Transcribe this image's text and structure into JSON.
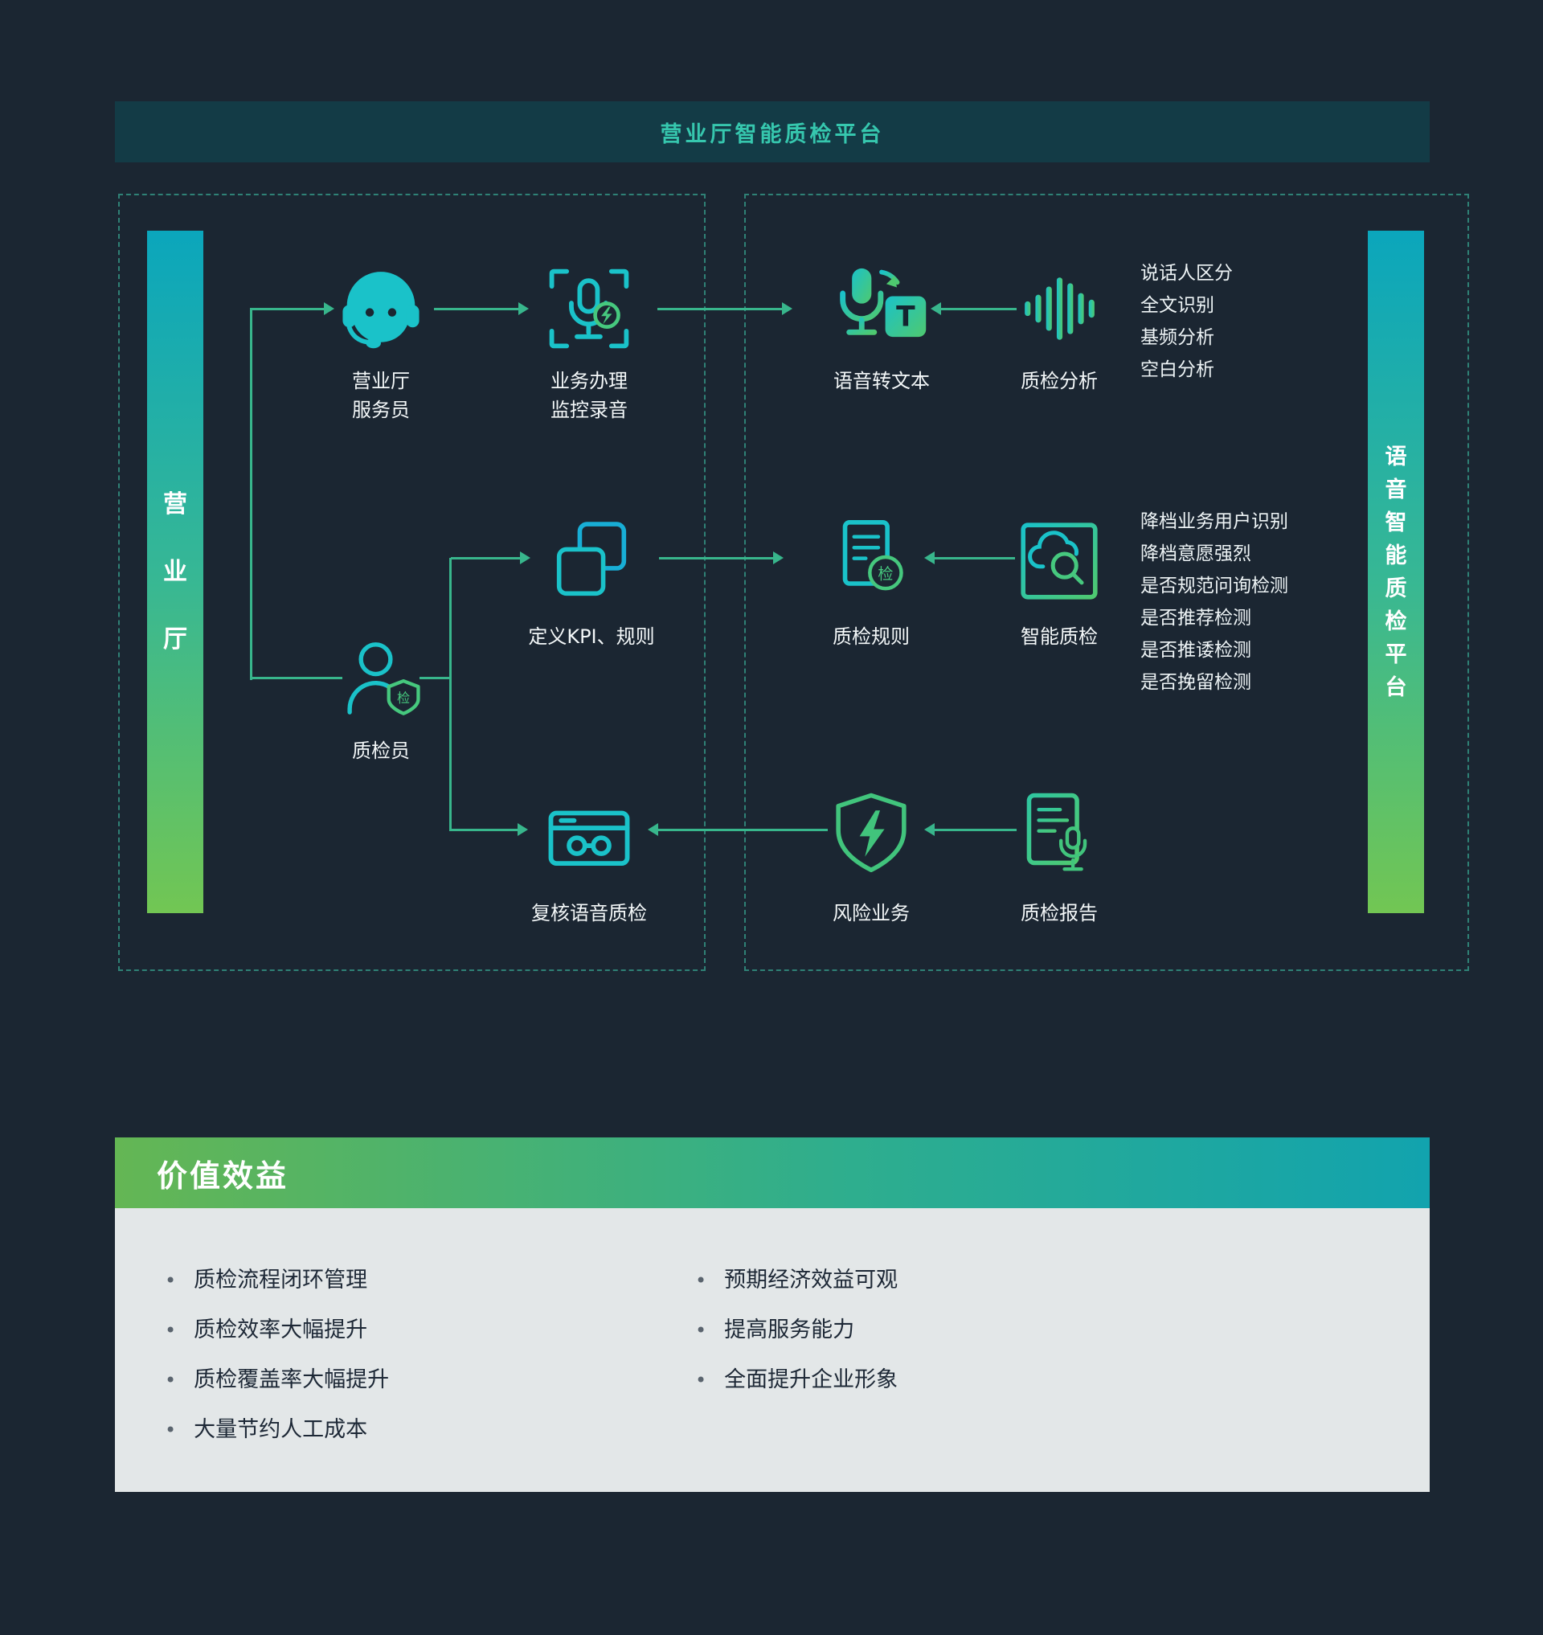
{
  "header": {
    "title": "营业厅智能质检平台"
  },
  "hall": {
    "side_label_chars": [
      "营",
      "业",
      "厅"
    ],
    "agent": {
      "line1": "营业厅",
      "line2": "服务员"
    },
    "monitor": {
      "line1": "业务办理",
      "line2": "监控录音"
    },
    "inspector": {
      "label": "质检员",
      "badge": "检"
    },
    "kpi": {
      "label": "定义KPI、规则"
    },
    "review": {
      "label": "复核语音质检"
    }
  },
  "platform": {
    "side_label_chars": [
      "语",
      "音",
      "智",
      "能",
      "质",
      "检",
      "平",
      "台"
    ],
    "stt": {
      "label": "语音转文本",
      "badge": "T"
    },
    "analysis": {
      "label": "质检分析"
    },
    "analysis_features": [
      "说话人区分",
      "全文识别",
      "基频分析",
      "空白分析"
    ],
    "rules": {
      "label": "质检规则",
      "badge": "检"
    },
    "smart": {
      "label": "智能质检"
    },
    "smart_features": [
      "降档业务用户识别",
      "降档意愿强烈",
      "是否规范问询检测",
      "是否推荐检测",
      "是否推诿检测",
      "是否挽留检测"
    ],
    "risk": {
      "label": "风险业务"
    },
    "report": {
      "label": "质检报告"
    }
  },
  "benefits": {
    "title": "价值效益",
    "left": [
      "质检流程闭环管理",
      "质检效率大幅提升",
      "质检覆盖率大幅提升",
      "大量节约人工成本"
    ],
    "right": [
      "预期经济效益可观",
      "提高服务能力",
      "全面提升企业形象"
    ]
  },
  "colors": {
    "background": "#1b2632",
    "teal": "#1ac2c9",
    "green": "#46c87e",
    "arrow": "#38b68c",
    "banner_text": "#36c7ae",
    "benefits_gradient_left": "#64b654",
    "benefits_gradient_right": "#12a3ae",
    "benefits_body_bg": "#e3e7e8"
  }
}
